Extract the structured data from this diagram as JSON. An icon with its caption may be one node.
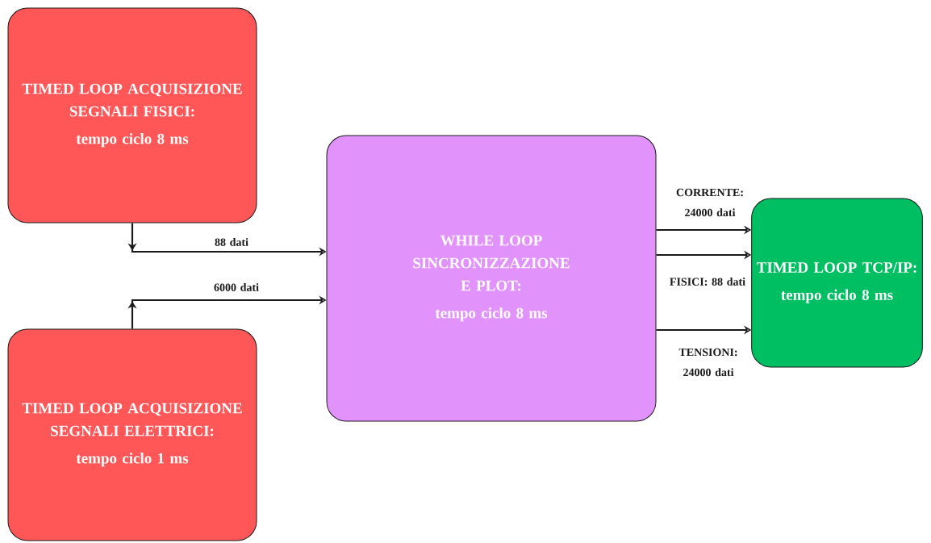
{
  "diagram": {
    "nodes": [
      {
        "text": [
          "TIMED LOOP ACQUISIZIONE SEGNALI FISICI:",
          "tempo ciclo 8 ms"
        ]
      },
      {
        "text": [
          "TIMED LOOP ACQUISIZIONE SEGNALI ELETTRICI:",
          "tempo ciclo 1 ms"
        ]
      },
      {
        "text": [
          "WHILE LOOP SINCRONIZZAZIONE E PLOT:",
          "tempo ciclo 8 ms"
        ]
      },
      {
        "text": [
          "TIMED LOOP TCP/IP:",
          "tempo ciclo 8 ms"
        ]
      }
    ],
    "edges": [
      {
        "from": 0,
        "to": 2,
        "arrow": "to",
        "label": "88 dati"
      },
      {
        "from": 1,
        "to": 2,
        "arrow": "to",
        "label": "6000 dati"
      },
      {
        "from": 2,
        "to": 3,
        "arrow": "to",
        "label": "CORRENTE: 24000 dati"
      },
      {
        "from": 2,
        "to": 3,
        "arrow": "to",
        "label": "FISICI: 88 dati"
      },
      {
        "from": 2,
        "to": 3,
        "arrow": "to",
        "label": "TENSIONI: 24000 dati"
      }
    ]
  }
}
